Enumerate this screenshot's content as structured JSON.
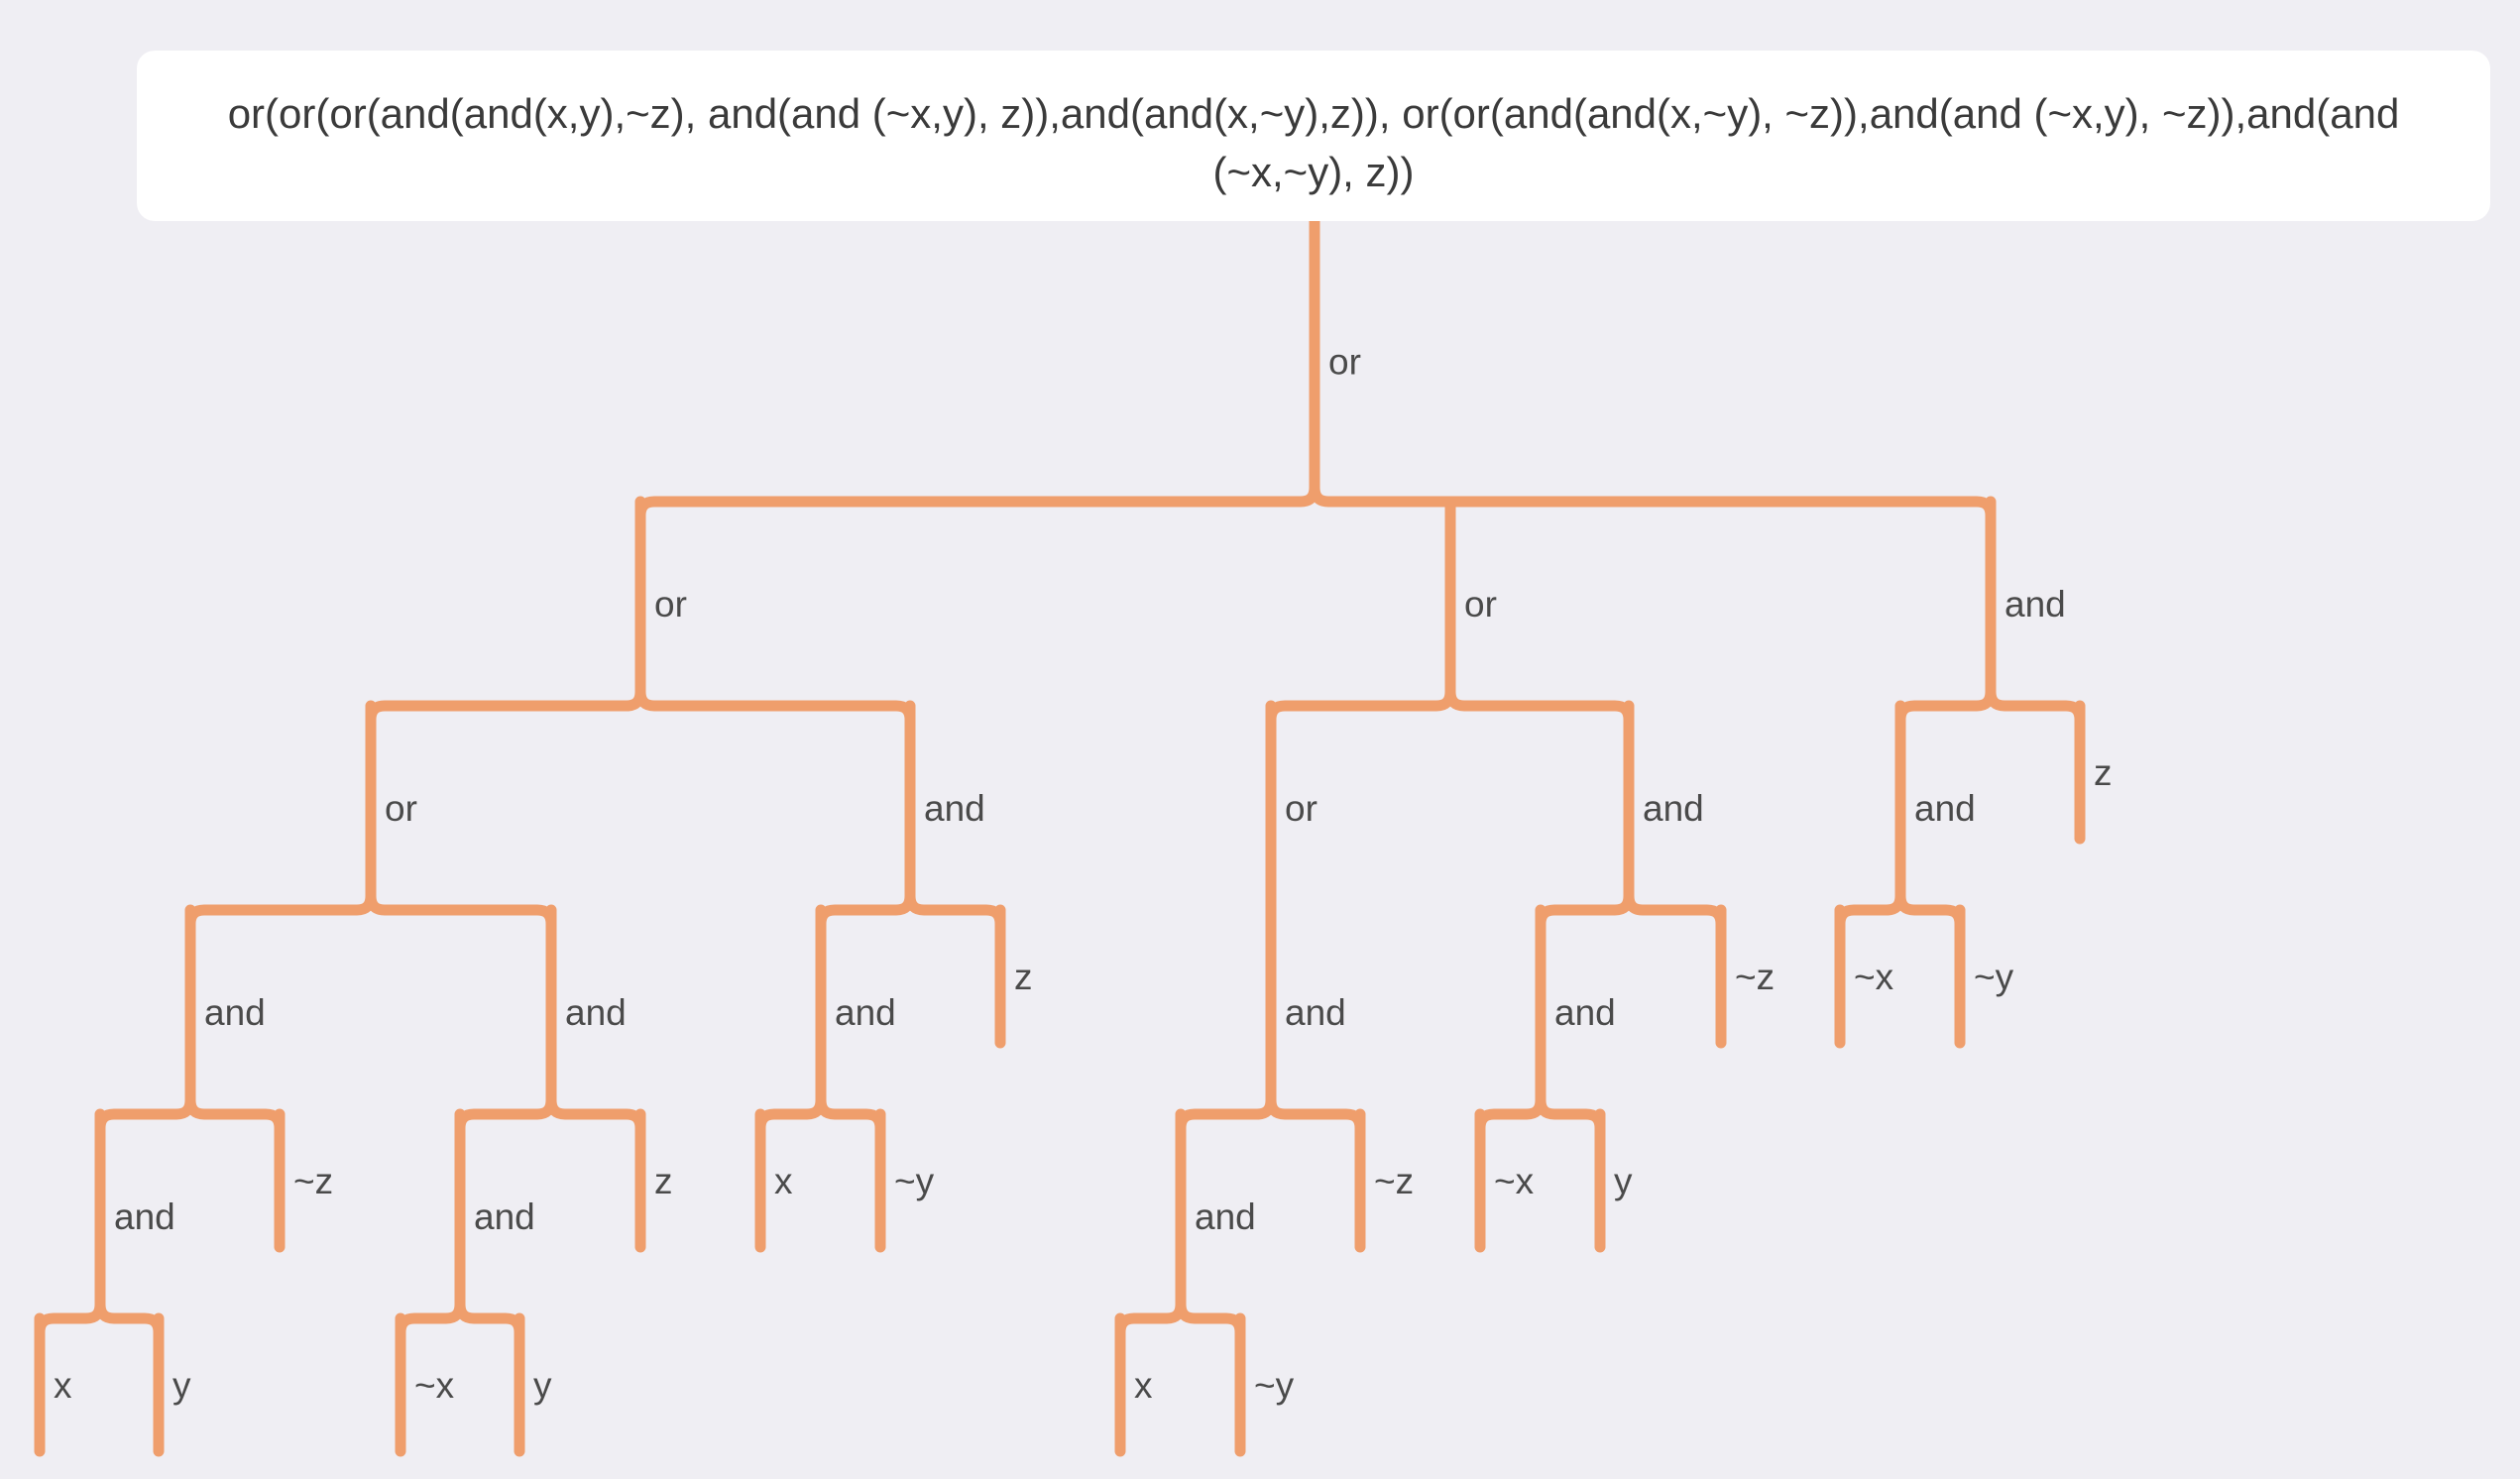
{
  "expression": "or(or(or(and(and(x,y),~z), and(and (~x,y), z)),and(and(x,~y),z)), or(or(and(and(x,~y), ~z)),and(and (~x,y), ~z)),and(and (~x,~y), z))",
  "colors": {
    "background": "#efeef3",
    "edge": "#ef9e6c",
    "label": "#4a4a4a",
    "box": "#ffffff"
  },
  "tree": {
    "label": "or",
    "children": [
      {
        "label": "or",
        "children": [
          {
            "label": "or",
            "children": [
              {
                "label": "and",
                "children": [
                  {
                    "label": "and",
                    "children": [
                      {
                        "label": "x"
                      },
                      {
                        "label": "y"
                      }
                    ]
                  },
                  {
                    "label": "~z"
                  }
                ]
              },
              {
                "label": "and",
                "children": [
                  {
                    "label": "and",
                    "children": [
                      {
                        "label": "~x"
                      },
                      {
                        "label": "y"
                      }
                    ]
                  },
                  {
                    "label": "z"
                  }
                ]
              }
            ]
          },
          {
            "label": "and",
            "children": [
              {
                "label": "and",
                "children": [
                  {
                    "label": "x"
                  },
                  {
                    "label": "~y"
                  }
                ]
              },
              {
                "label": "z"
              }
            ]
          }
        ]
      },
      {
        "label": "or",
        "children": [
          {
            "label": "or",
            "children": [
              {
                "label": "and",
                "children": [
                  {
                    "label": "and",
                    "children": [
                      {
                        "label": "x"
                      },
                      {
                        "label": "~y"
                      }
                    ]
                  },
                  {
                    "label": "~z"
                  }
                ]
              }
            ]
          },
          {
            "label": "and",
            "children": [
              {
                "label": "and",
                "children": [
                  {
                    "label": "~x"
                  },
                  {
                    "label": "y"
                  }
                ]
              },
              {
                "label": "~z"
              }
            ]
          }
        ]
      },
      {
        "label": "and",
        "children": [
          {
            "label": "and",
            "children": [
              {
                "label": "~x"
              },
              {
                "label": "~y"
              }
            ]
          },
          {
            "label": "z"
          }
        ]
      }
    ]
  }
}
